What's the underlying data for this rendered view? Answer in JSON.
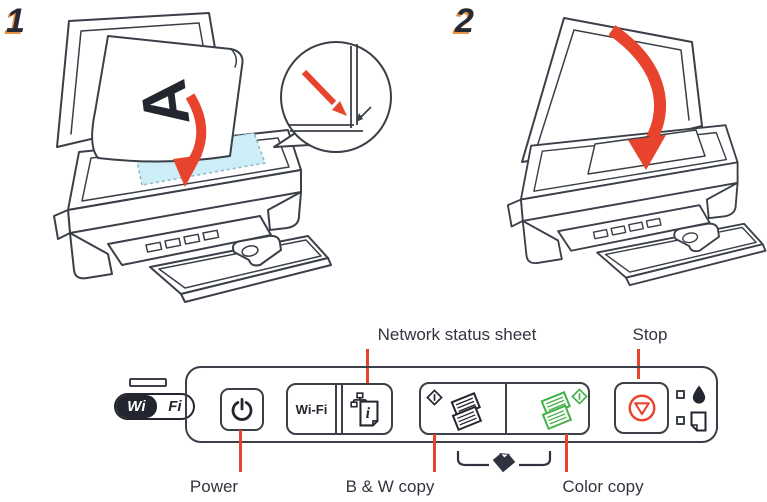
{
  "steps": {
    "one": {
      "number": "1",
      "document_letter": "A"
    },
    "two": {
      "number": "2"
    }
  },
  "control_panel": {
    "wifi_logo": {
      "part1": "Wi",
      "part2": "Fi"
    },
    "wifi_button_label": "Wi-Fi",
    "labels": {
      "network_status": "Network status sheet",
      "stop": "Stop",
      "power": "Power",
      "bw_copy": "B & W copy",
      "color_copy": "Color copy"
    }
  },
  "icons": {
    "power": "power-icon",
    "network_status_sheet": "network-status-sheet-icon",
    "bw_copy_start": "start-diamond-icon",
    "bw_copy_sheets": "copy-sheets-icon",
    "color_copy_sheets": "copy-sheets-icon-green",
    "color_copy_start": "start-diamond-icon-green",
    "stop": "stop-icon",
    "ink": "ink-droplet-icon",
    "paper": "paper-icon",
    "copy_document": "copy-document-icon"
  },
  "colors": {
    "accent_red": "#e8432c",
    "copy_green": "#43b049",
    "glass_blue": "#cdeef7",
    "line_dark": "#3a3f48",
    "wifi_black": "#23262e"
  }
}
